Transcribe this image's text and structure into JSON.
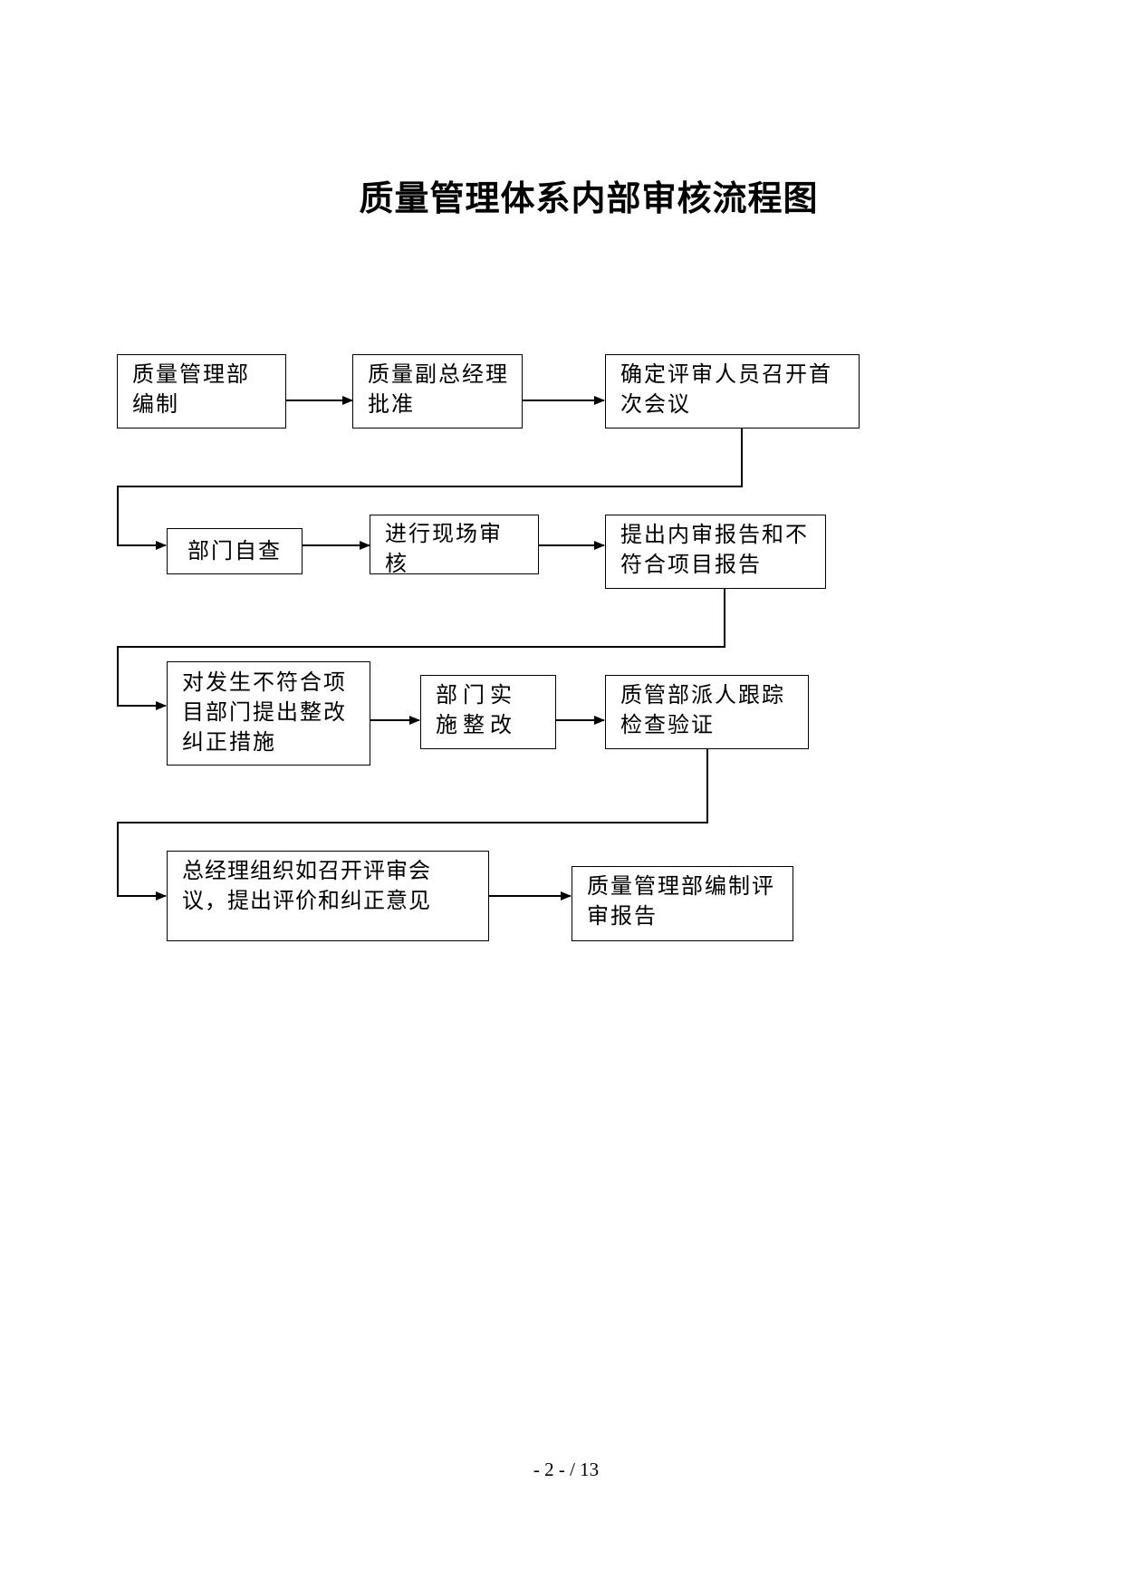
{
  "title": "质量管理体系内部审核流程图",
  "steps": [
    {
      "id": "s1",
      "label": "质量管理部编制"
    },
    {
      "id": "s2",
      "label": "质量副总经理批准"
    },
    {
      "id": "s3",
      "label": "确定评审人员召开首次会议"
    },
    {
      "id": "s4",
      "label": "部门自查"
    },
    {
      "id": "s5",
      "label": "进行现场审核"
    },
    {
      "id": "s6",
      "label": "提出内审报告和不符合项目报告"
    },
    {
      "id": "s7",
      "label": "对发生不符合项目部门提出整改纠正措施"
    },
    {
      "id": "s8",
      "label": "部门实施整改"
    },
    {
      "id": "s9",
      "label": "质管部派人跟踪检查验证"
    },
    {
      "id": "s10",
      "label": "总经理组织如召开评审会议，提出评价和纠正意见"
    },
    {
      "id": "s11",
      "label": "质量管理部编制评审报告"
    }
  ],
  "footer": {
    "page_number": "- 2 - / 13"
  }
}
